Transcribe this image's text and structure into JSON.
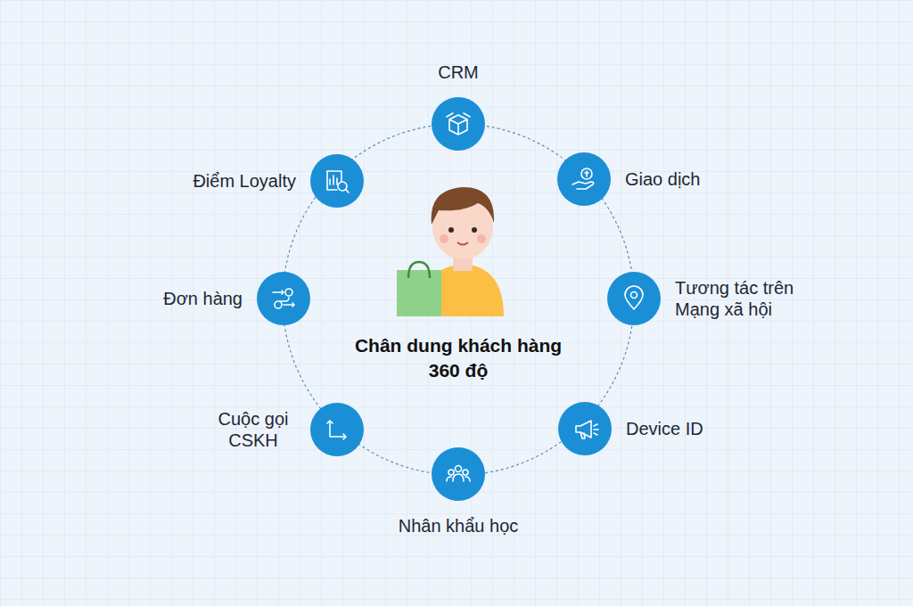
{
  "diagram": {
    "title": "Chân dung khách hàng 360 độ",
    "nodes": [
      {
        "text": [
          "CRM"
        ]
      },
      {
        "text": [
          "Giao dịch"
        ]
      },
      {
        "text": [
          "Tương tác trên Mạng xã hội"
        ]
      },
      {
        "text": [
          "Device ID"
        ]
      },
      {
        "text": [
          "Nhân khẩu học"
        ]
      },
      {
        "text": [
          "Cuộc gọi CSKH"
        ]
      },
      {
        "text": [
          "Đơn hàng"
        ]
      },
      {
        "text": [
          "Điểm Loyalty"
        ]
      }
    ]
  }
}
